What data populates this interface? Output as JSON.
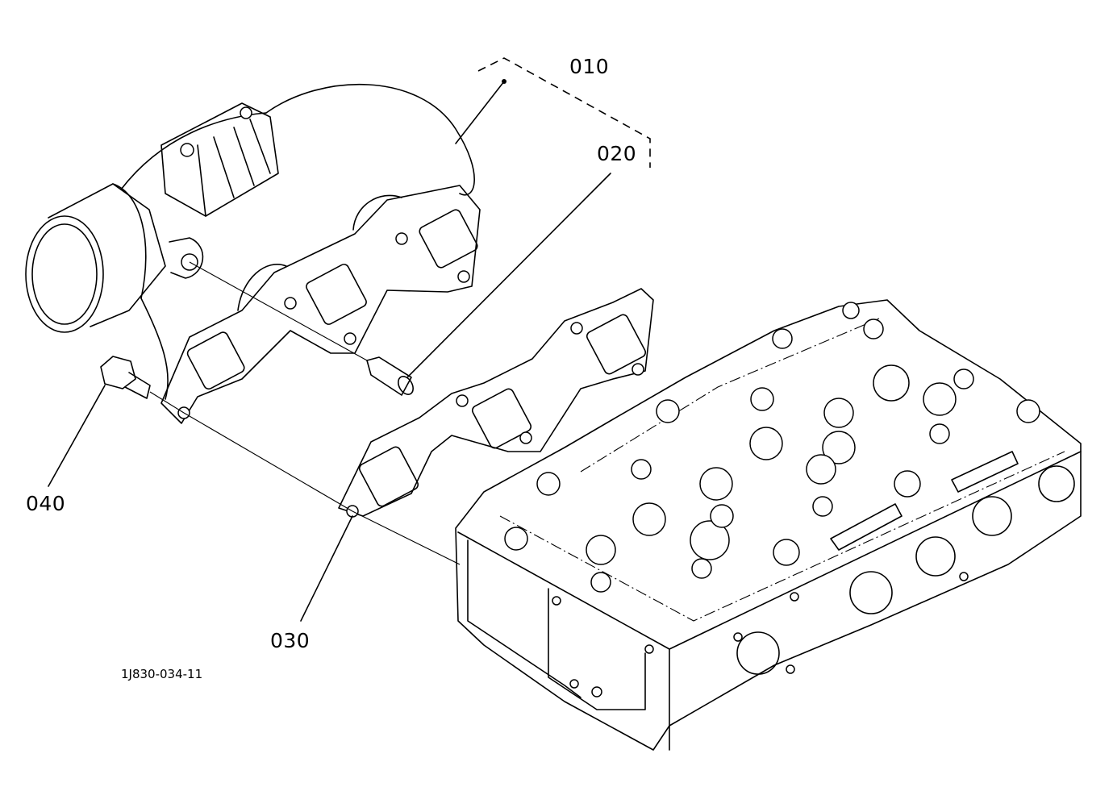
{
  "labels": {
    "p010": "010",
    "p020": "020",
    "p030": "030",
    "p040": "040"
  },
  "drawing_code": "1J830-034-11"
}
